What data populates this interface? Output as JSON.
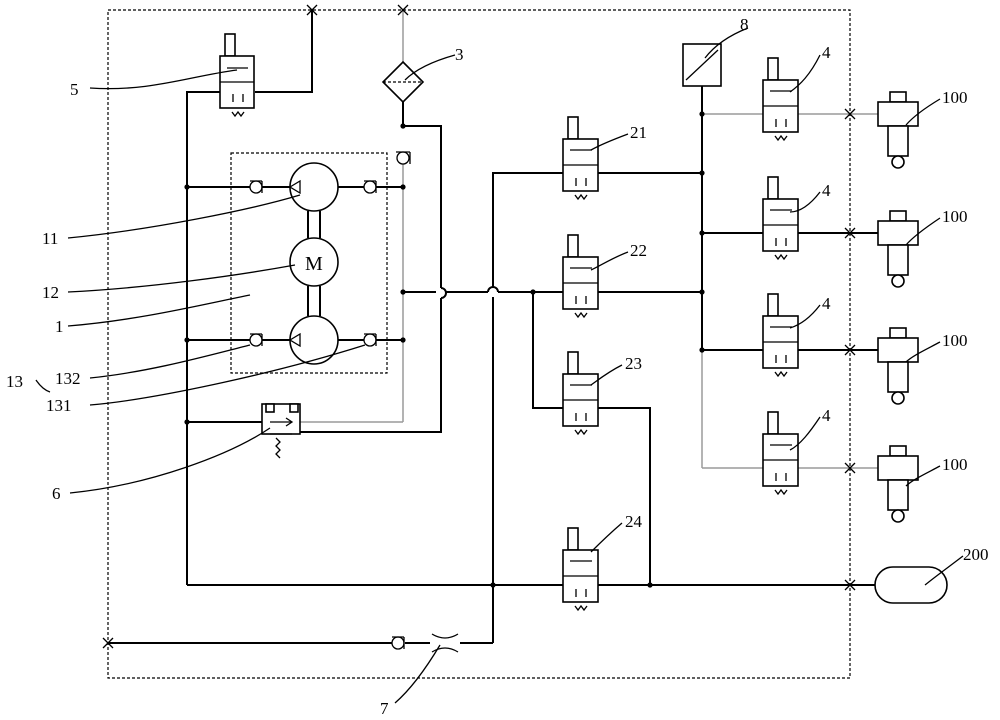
{
  "labels": {
    "l5": "5",
    "l3": "3",
    "l8": "8",
    "l4a": "4",
    "l4b": "4",
    "l4c": "4",
    "l4d": "4",
    "l100a": "100",
    "l100b": "100",
    "l100c": "100",
    "l100d": "100",
    "l21": "21",
    "l22": "22",
    "l23": "23",
    "l24": "24",
    "l11": "11",
    "l12": "12",
    "l1": "1",
    "l13": "13",
    "l132": "132",
    "l131": "131",
    "l6": "6",
    "l7": "7",
    "l200": "200"
  },
  "motor_symbol": "M"
}
